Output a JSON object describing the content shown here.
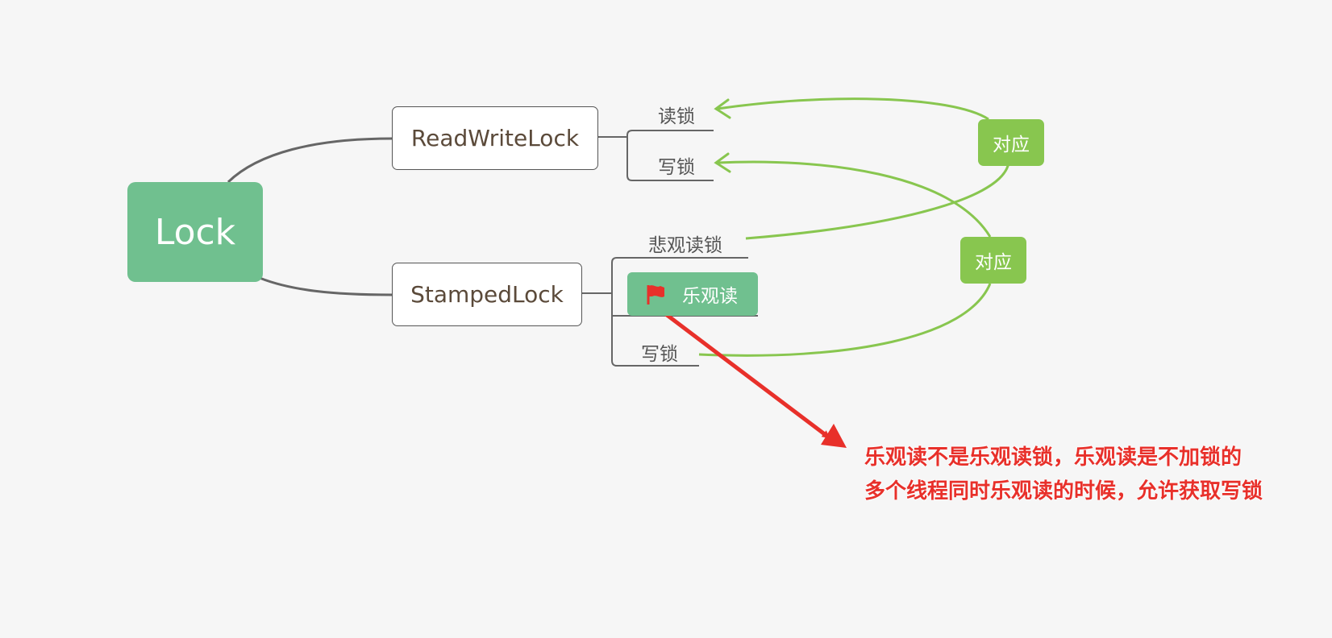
{
  "root": {
    "label": "Lock"
  },
  "branches": [
    {
      "label": "ReadWriteLock",
      "children": [
        "读锁",
        "写锁"
      ]
    },
    {
      "label": "StampedLock",
      "children": [
        "悲观读锁",
        "乐观读",
        "写锁"
      ]
    }
  ],
  "optimistic": {
    "label": "乐观读",
    "icon": "flag-icon"
  },
  "correspondence": [
    {
      "label": "对应",
      "from": "悲观读锁",
      "to": "读锁"
    },
    {
      "label": "对应",
      "from": "写锁",
      "to": "写锁"
    }
  ],
  "annotation": {
    "line1": "乐观读不是乐观读锁，乐观读是不加锁的",
    "line2": "多个线程同时乐观读的时候，允许获取写锁"
  },
  "colors": {
    "root_fill": "#70c08f",
    "tag_fill": "#88c64f",
    "connector": "#666666",
    "correspondence_curve": "#88c64f",
    "annotation": "#e8302a"
  }
}
